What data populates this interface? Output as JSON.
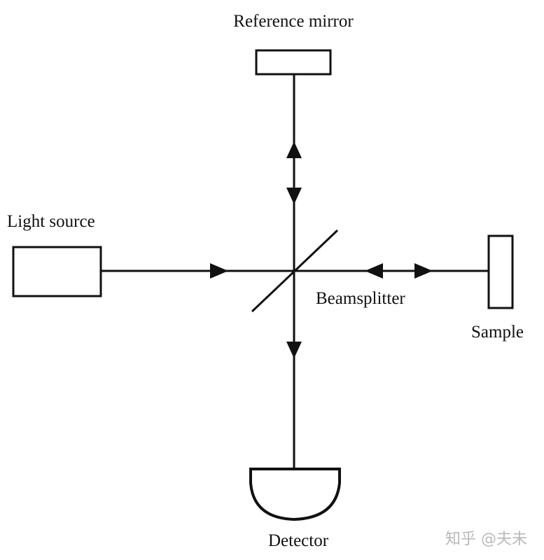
{
  "diagram": {
    "title": "Michelson interferometer schematic",
    "labels": {
      "reference_mirror": "Reference mirror",
      "light_source": "Light source",
      "beamsplitter": "Beamsplitter",
      "sample": "Sample",
      "detector": "Detector"
    },
    "watermark": "知乎 @夫未",
    "colors": {
      "line": "#111111",
      "background": "#ffffff",
      "watermark": "#b8b8b8"
    }
  }
}
